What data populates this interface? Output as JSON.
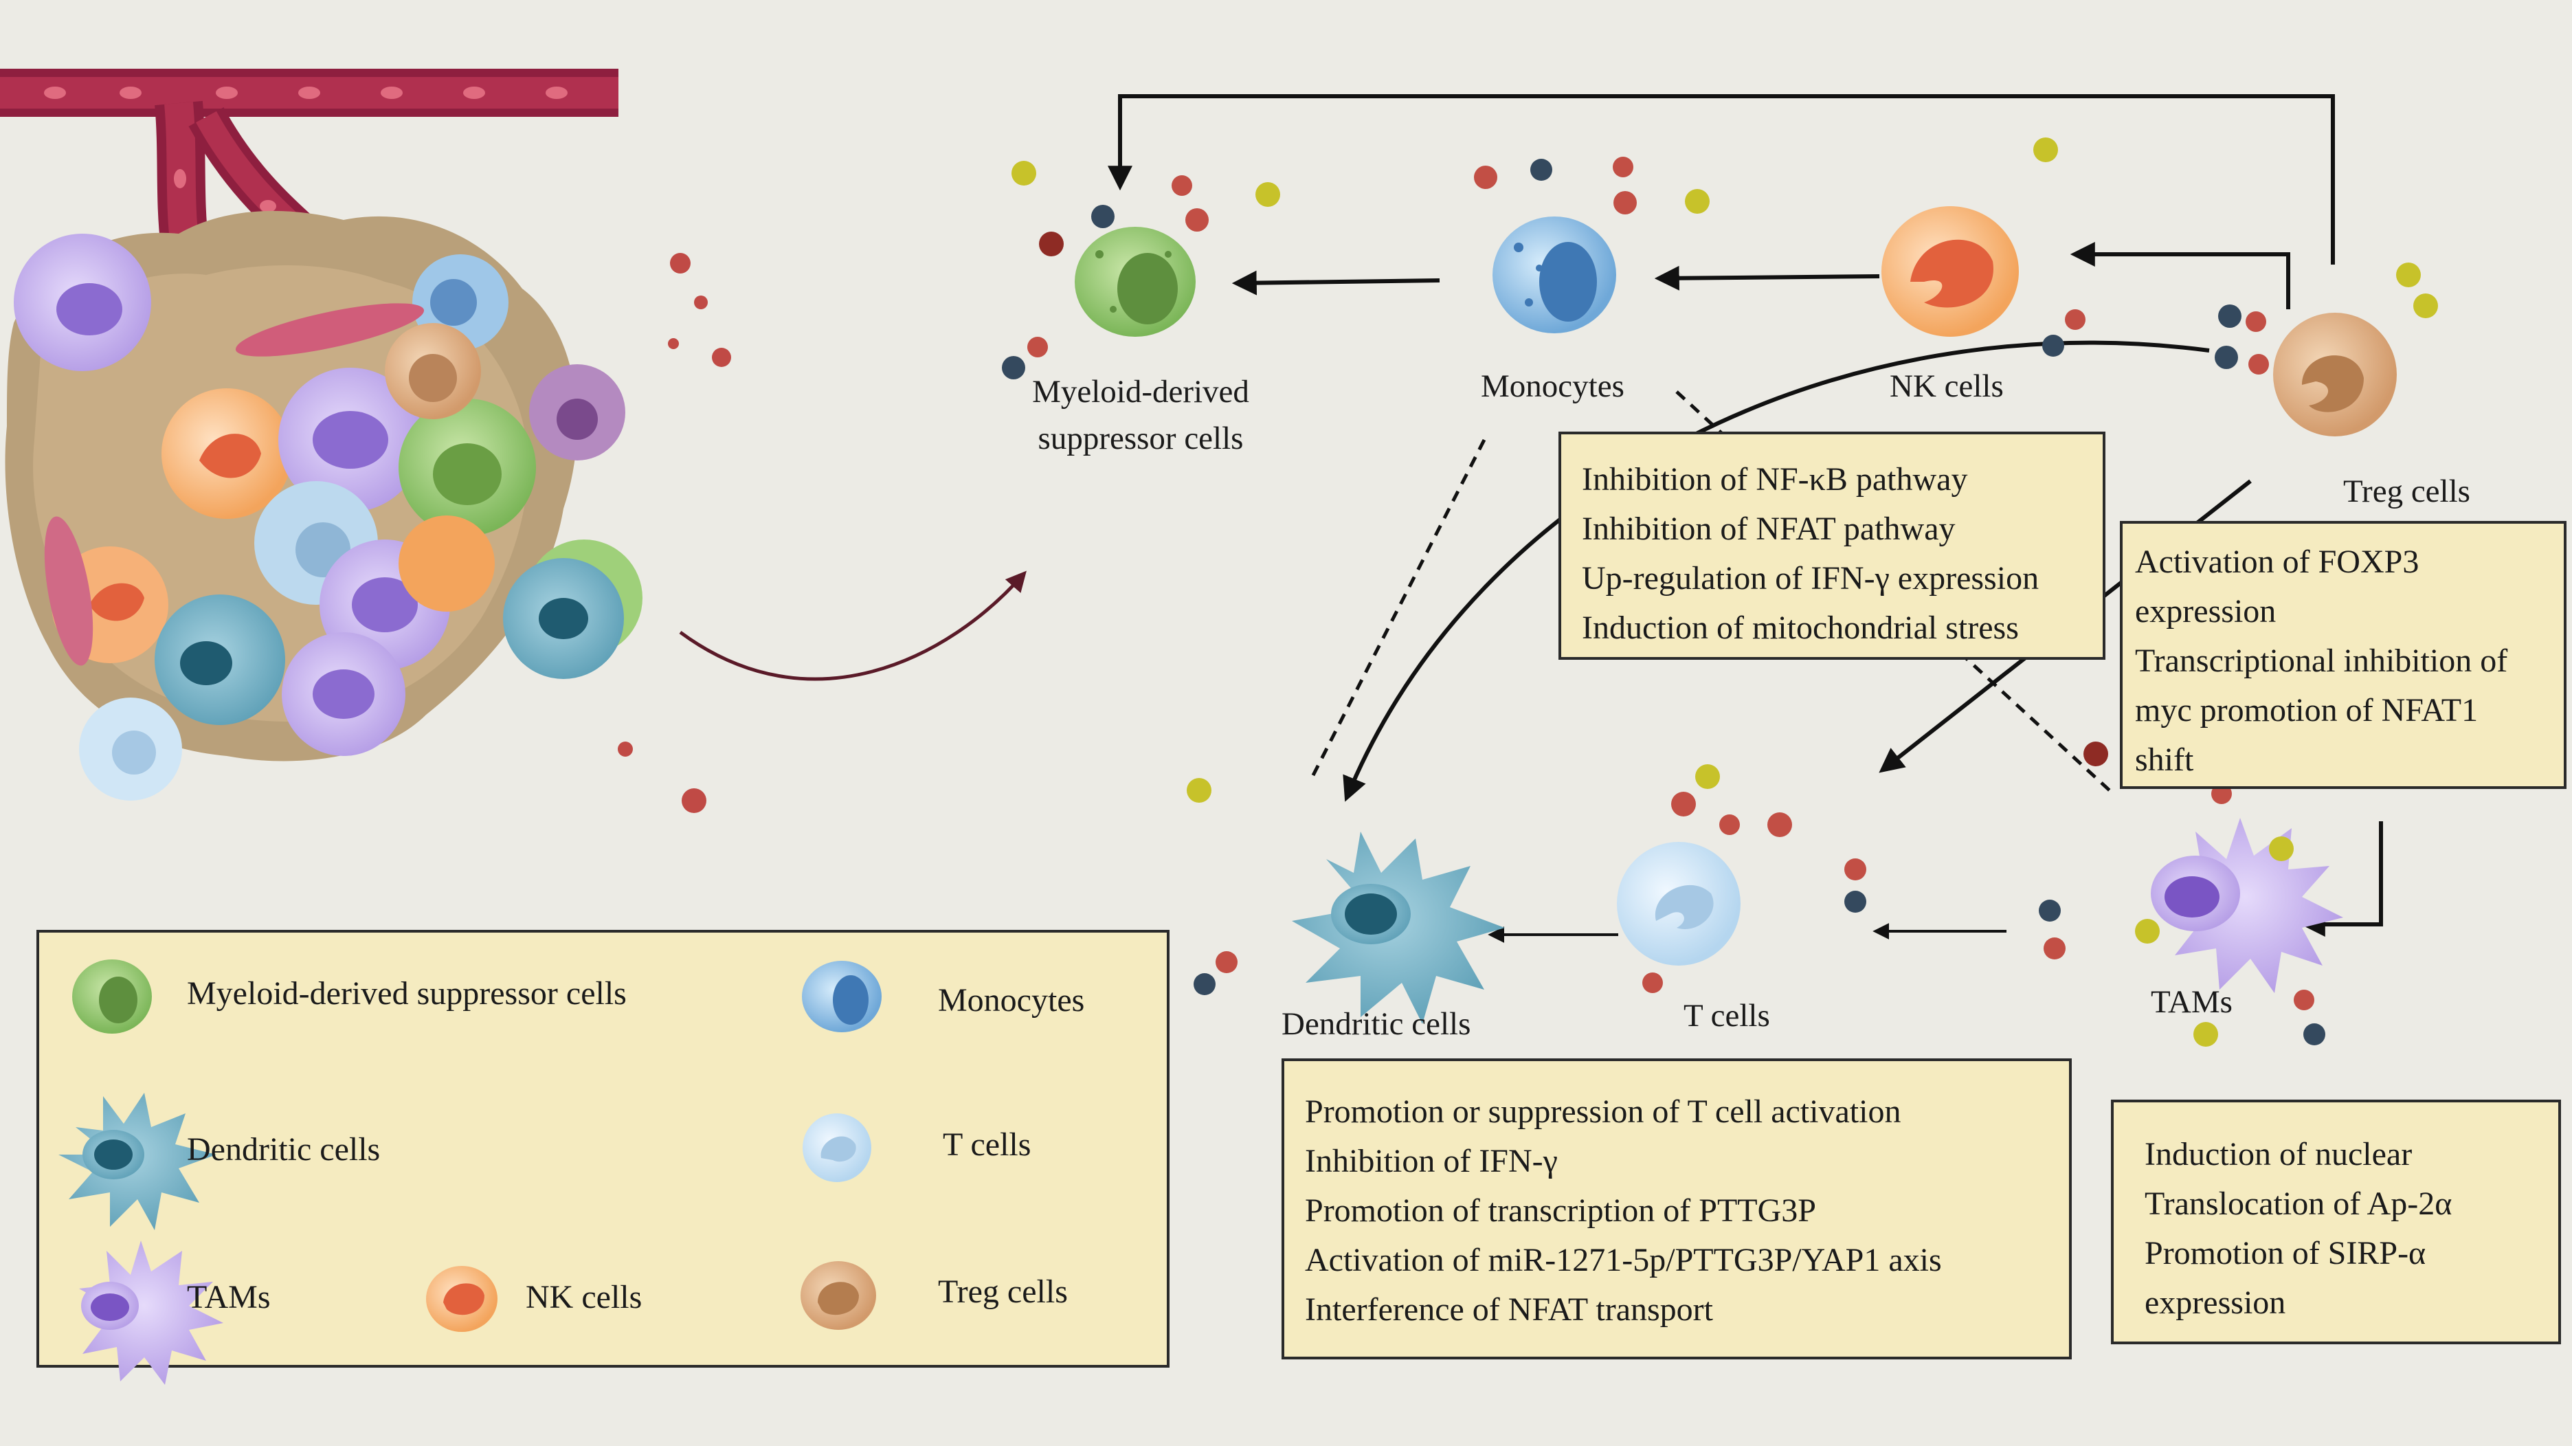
{
  "cells": {
    "mdsc": "Myeloid-derived\nsuppressor cells",
    "monocytes": "Monocytes",
    "nk": "NK cells",
    "treg": "Treg cells",
    "dendritic": "Dendritic cells",
    "tcells": "T cells",
    "tams": "TAMs"
  },
  "boxes": {
    "monocytes_box": [
      "Inhibition of NF-κB pathway",
      "Inhibition of NFAT pathway",
      "Up-regulation of IFN-γ expression",
      "Induction of mitochondrial stress"
    ],
    "treg_box": [
      "Activation of FOXP3",
      "expression",
      "Transcriptional inhibition of",
      "myc promotion of NFAT1",
      "shift"
    ],
    "dendritic_box": [
      "Promotion or suppression of  T cell activation",
      "Inhibition of IFN-γ",
      "Promotion of transcription of PTTG3P",
      "Activation of miR-1271-5p/PTTG3P/YAP1 axis",
      "Interference of NFAT transport"
    ],
    "tams_box": [
      "Induction of nuclear",
      "Translocation of Ap-2α",
      "Promotion of SIRP-α",
      "expression"
    ]
  },
  "legend": {
    "mdsc": "Myeloid-derived suppressor cells",
    "monocytes": "Monocytes",
    "dendritic": "Dendritic cells",
    "tcells": "T cells",
    "tams": "TAMs",
    "nk": "NK cells",
    "treg": "Treg cells"
  },
  "colors": {
    "background": "#ecebe5",
    "box_fill": "#f5ebc0",
    "mdsc": "#8cc26a",
    "monocyte": "#7fb6e0",
    "nk": "#f6a25c",
    "treg": "#d9a477",
    "dendritic": "#5f9fb5",
    "tcell": "#c3def2",
    "tam": "#b49ce6",
    "vessel": "#8a1e3c"
  }
}
